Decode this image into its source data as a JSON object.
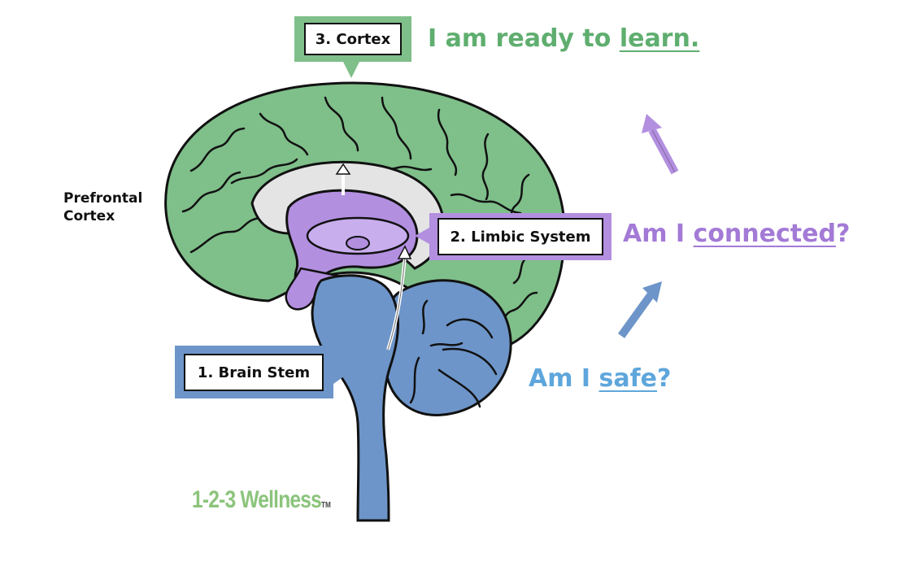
{
  "labels": {
    "cortex": "3. Cortex",
    "limbic": "2. Limbic System",
    "brainstem": "1. Brain Stem",
    "prefrontal_line1": "Prefrontal",
    "prefrontal_line2": "Cortex"
  },
  "captions": {
    "learn_prefix": "I am ready to ",
    "learn_word": "learn.",
    "connected_prefix": "Am I ",
    "connected_word": "connected",
    "connected_suffix": "?",
    "safe_prefix": "Am I ",
    "safe_word": "safe",
    "safe_suffix": "?"
  },
  "brand": {
    "name": "1-2-3 Wellness",
    "mark": "TM"
  },
  "colors": {
    "cortex_green": "#7fbf8a",
    "cortex_text": "#5fae6f",
    "limbic_purple": "#b38fe0",
    "limbic_text": "#a37ad6",
    "stem_blue": "#6d95c9",
    "safe_text": "#5ea6dc",
    "inner_gray": "#e4e4e4"
  }
}
